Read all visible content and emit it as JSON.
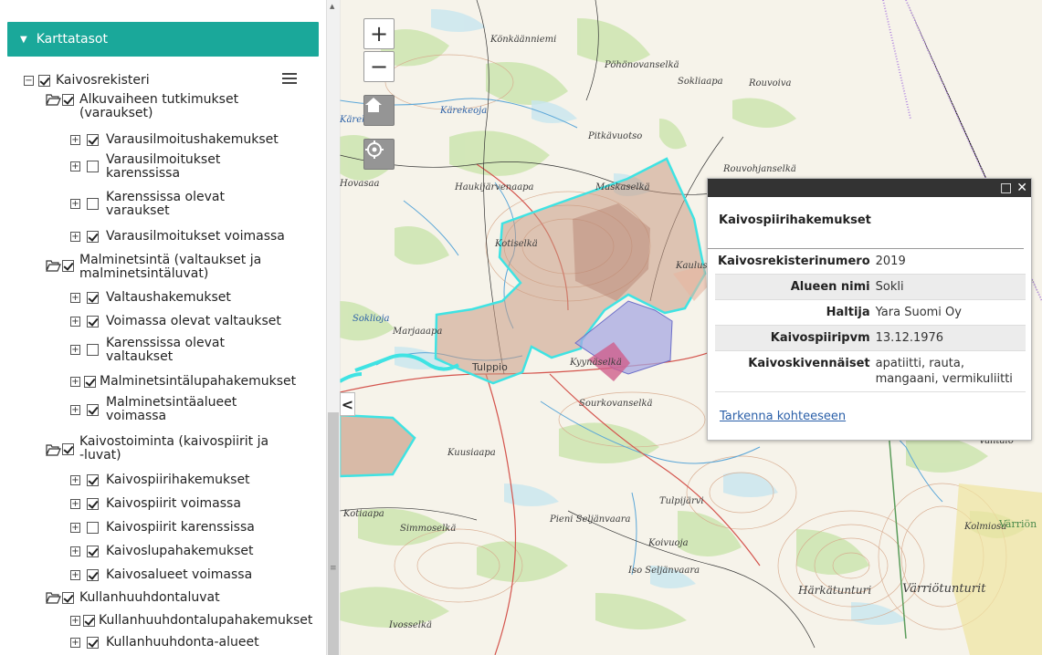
{
  "panel": {
    "title": "Karttatasot",
    "root": {
      "label": "Kaivosrekisteri"
    },
    "groups": [
      {
        "label_lines": [
          "Alkuvaiheen tutkimukset",
          "(varaukset)"
        ],
        "items": [
          {
            "label_lines": [
              "Varausilmoitushakemukset"
            ],
            "checked": true
          },
          {
            "label_lines": [
              "Varausilmoitukset",
              "karenssissa"
            ],
            "checked": false
          },
          {
            "label_lines": [
              "Karenssissa olevat",
              "varaukset"
            ],
            "checked": false
          },
          {
            "label_lines": [
              "Varausilmoitukset voimassa"
            ],
            "checked": true
          }
        ]
      },
      {
        "label_lines": [
          "Malminetsintä (valtaukset ja",
          "malminetsintäluvat)"
        ],
        "items": [
          {
            "label_lines": [
              "Valtaushakemukset"
            ],
            "checked": true
          },
          {
            "label_lines": [
              "Voimassa olevat valtaukset"
            ],
            "checked": true
          },
          {
            "label_lines": [
              "Karenssissa olevat",
              "valtaukset"
            ],
            "checked": false
          },
          {
            "label_lines": [
              "Malminetsintälupahakemukset"
            ],
            "checked": true
          },
          {
            "label_lines": [
              "Malminetsintäalueet",
              "voimassa"
            ],
            "checked": true
          }
        ]
      },
      {
        "label_lines": [
          "Kaivostoiminta (kaivospiirit ja",
          "-luvat)"
        ],
        "items": [
          {
            "label_lines": [
              "Kaivospiirihakemukset"
            ],
            "checked": true
          },
          {
            "label_lines": [
              "Kaivospiirit voimassa"
            ],
            "checked": true
          },
          {
            "label_lines": [
              "Kaivospiirit karenssissa"
            ],
            "checked": false
          },
          {
            "label_lines": [
              "Kaivoslupahakemukset"
            ],
            "checked": true
          },
          {
            "label_lines": [
              "Kaivosalueet voimassa"
            ],
            "checked": true
          }
        ]
      },
      {
        "label_lines": [
          "Kullanhuuhdontaluvat"
        ],
        "items": [
          {
            "label_lines": [
              "Kullanhuuhdontalupahakemukset"
            ],
            "checked": true
          },
          {
            "label_lines": [
              "Kullanhuuhdonta-alueet"
            ],
            "checked": true
          }
        ]
      }
    ]
  },
  "map": {
    "zoom_in": "+",
    "zoom_out": "−",
    "place_names": [
      {
        "text": "Könkäänniemi",
        "blue": false
      },
      {
        "text": "Pöhönovanselkä",
        "blue": false
      },
      {
        "text": "Sokliaapa",
        "blue": false
      },
      {
        "text": "Rouvoiva",
        "blue": false
      },
      {
        "text": "Kärekeoja",
        "blue": true
      },
      {
        "text": "Kärekeoja",
        "blue": true
      },
      {
        "text": "Pitkävuotso",
        "blue": false
      },
      {
        "text": "Rouvohjanselkä",
        "blue": false
      },
      {
        "text": "Haukijärvenaapa",
        "blue": false
      },
      {
        "text": "Maskaselkä",
        "blue": false
      },
      {
        "text": "Kotiselkä",
        "blue": false
      },
      {
        "text": "Kaulus",
        "blue": false
      },
      {
        "text": "Marjaaapa",
        "blue": false
      },
      {
        "text": "Soklioja",
        "blue": true
      },
      {
        "text": "Tulppio",
        "blue": false
      },
      {
        "text": "Kyynäselkä",
        "blue": false
      },
      {
        "text": "Sourkovanselkä",
        "blue": false
      },
      {
        "text": "Kuusiaapa",
        "blue": false
      },
      {
        "text": "Välitalo",
        "blue": false
      },
      {
        "text": "Kotiaapa",
        "blue": false
      },
      {
        "text": "Tulpijärvi",
        "blue": false
      },
      {
        "text": "Simmoselkä",
        "blue": false
      },
      {
        "text": "Pieni Seljänvaara",
        "blue": false
      },
      {
        "text": "Koivuoja",
        "blue": false
      },
      {
        "text": "Iso Seljänvaara",
        "blue": false
      },
      {
        "text": "Härkätunturi",
        "blue": false
      },
      {
        "text": "Värriötunturit",
        "blue": false
      },
      {
        "text": "Kolmiosa",
        "blue": false
      },
      {
        "text": "Värriön",
        "blue": false
      },
      {
        "text": "Ivosselkä",
        "blue": false
      },
      {
        "text": "Hovasaa",
        "blue": false
      }
    ]
  },
  "popup": {
    "title": "Kaivospiirihakemukset",
    "rows": [
      {
        "key": "Kaivosrekisterinumero",
        "value": "2019"
      },
      {
        "key": "Alueen nimi",
        "value": "Sokli"
      },
      {
        "key": "Haltija",
        "value": "Yara Suomi Oy"
      },
      {
        "key": "Kaivospiiripvm",
        "value": "13.12.1976"
      },
      {
        "key": "Kaivoskivennäiset",
        "value": "apatiitti, rauta, mangaani, vermikuliitti"
      }
    ],
    "zoom_link": "Tarkenna kohteeseen"
  },
  "colors": {
    "header": "#1aa89a",
    "outline": "#3fe3e3",
    "popup_bar": "#333333"
  }
}
